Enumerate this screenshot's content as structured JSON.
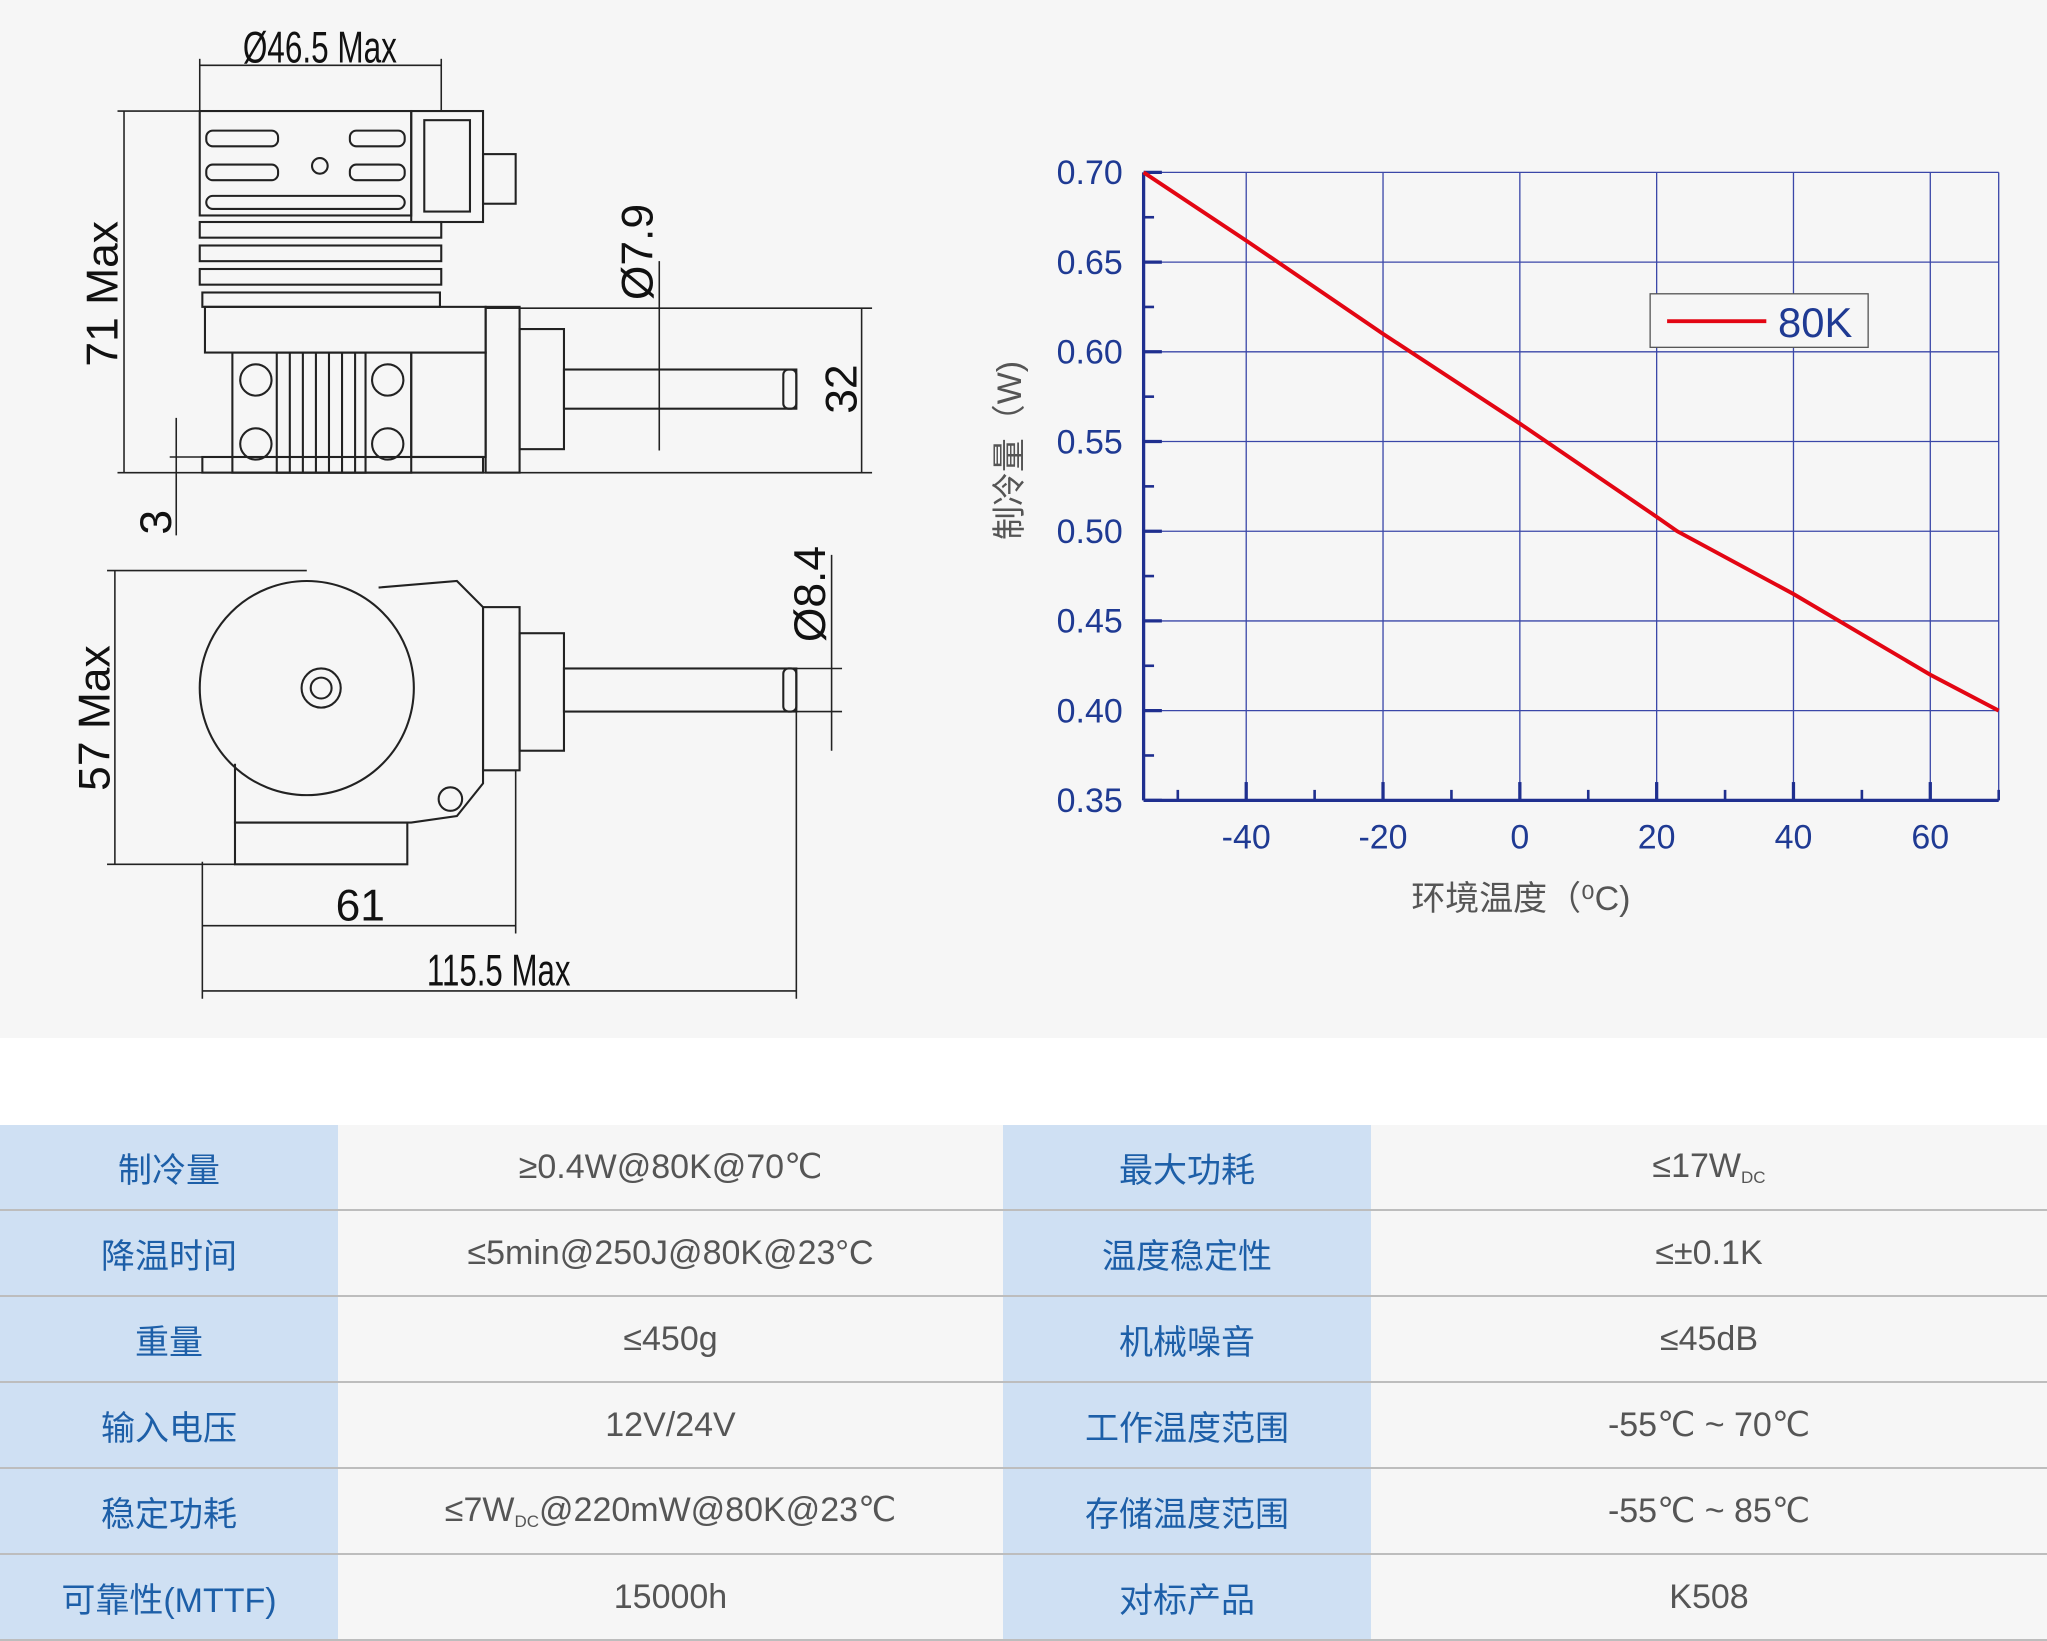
{
  "drawing": {
    "dimensions": {
      "top_width": "Ø46.5 Max",
      "height": "71 Max",
      "cold_finger_dia": "Ø7.9",
      "cold_finger_height": "32",
      "base_offset": "3",
      "bottom_height": "57 Max",
      "tip_dia": "Ø8.4",
      "body_length": "61",
      "total_length": "115.5 Max"
    }
  },
  "chart_data": {
    "type": "line",
    "title": "",
    "xlabel": "环境温度（⁰C)",
    "ylabel": "制冷量（W)",
    "xlim": [
      -55,
      70
    ],
    "ylim": [
      0.35,
      0.7
    ],
    "x_ticks": [
      -40,
      -20,
      0,
      20,
      40,
      60
    ],
    "x_tick_labels": [
      "-40",
      "-20",
      "0",
      "20",
      "40",
      "60"
    ],
    "y_ticks": [
      0.35,
      0.4,
      0.45,
      0.5,
      0.55,
      0.6,
      0.65,
      0.7
    ],
    "y_tick_labels": [
      "0.35",
      "0.40",
      "0.45",
      "0.50",
      "0.55",
      "0.60",
      "0.65",
      "0.70"
    ],
    "grid": true,
    "legend_placement": "top-right",
    "series": [
      {
        "name": "80K",
        "color": "#e30613",
        "x": [
          -55,
          -40,
          -20,
          0,
          20,
          23,
          40,
          60,
          70
        ],
        "y": [
          0.7,
          0.662,
          0.61,
          0.56,
          0.508,
          0.5,
          0.465,
          0.42,
          0.4
        ]
      }
    ],
    "colors": {
      "axis": "#1f2f8f",
      "grid": "#3a47a8",
      "label": "#1f3a93",
      "axis_title": "#555555"
    }
  },
  "specs": [
    {
      "k1": "制冷量",
      "v1": "≥0.4W@80K@70℃",
      "k2": "最大功耗",
      "v2": "≤17W",
      "v2_sub": "DC"
    },
    {
      "k1": "降温时间",
      "v1": "≤5min@250J@80K@23°C",
      "k2": "温度稳定性",
      "v2": "≤±0.1K"
    },
    {
      "k1": "重量",
      "v1": "≤450g",
      "k2": "机械噪音",
      "v2": "≤45dB"
    },
    {
      "k1": "输入电压",
      "v1": "12V/24V",
      "k2": "工作温度范围",
      "v2": "-55℃ ~ 70℃"
    },
    {
      "k1": "稳定功耗",
      "v1": "≤7W",
      "v1_sub": "DC",
      "v1_tail": "@220mW@80K@23℃",
      "k2": "存储温度范围",
      "v2": "-55℃ ~ 85℃"
    },
    {
      "k1": "可靠性(MTTF)",
      "v1": "15000h",
      "k2": "对标产品",
      "v2": "K508"
    }
  ]
}
